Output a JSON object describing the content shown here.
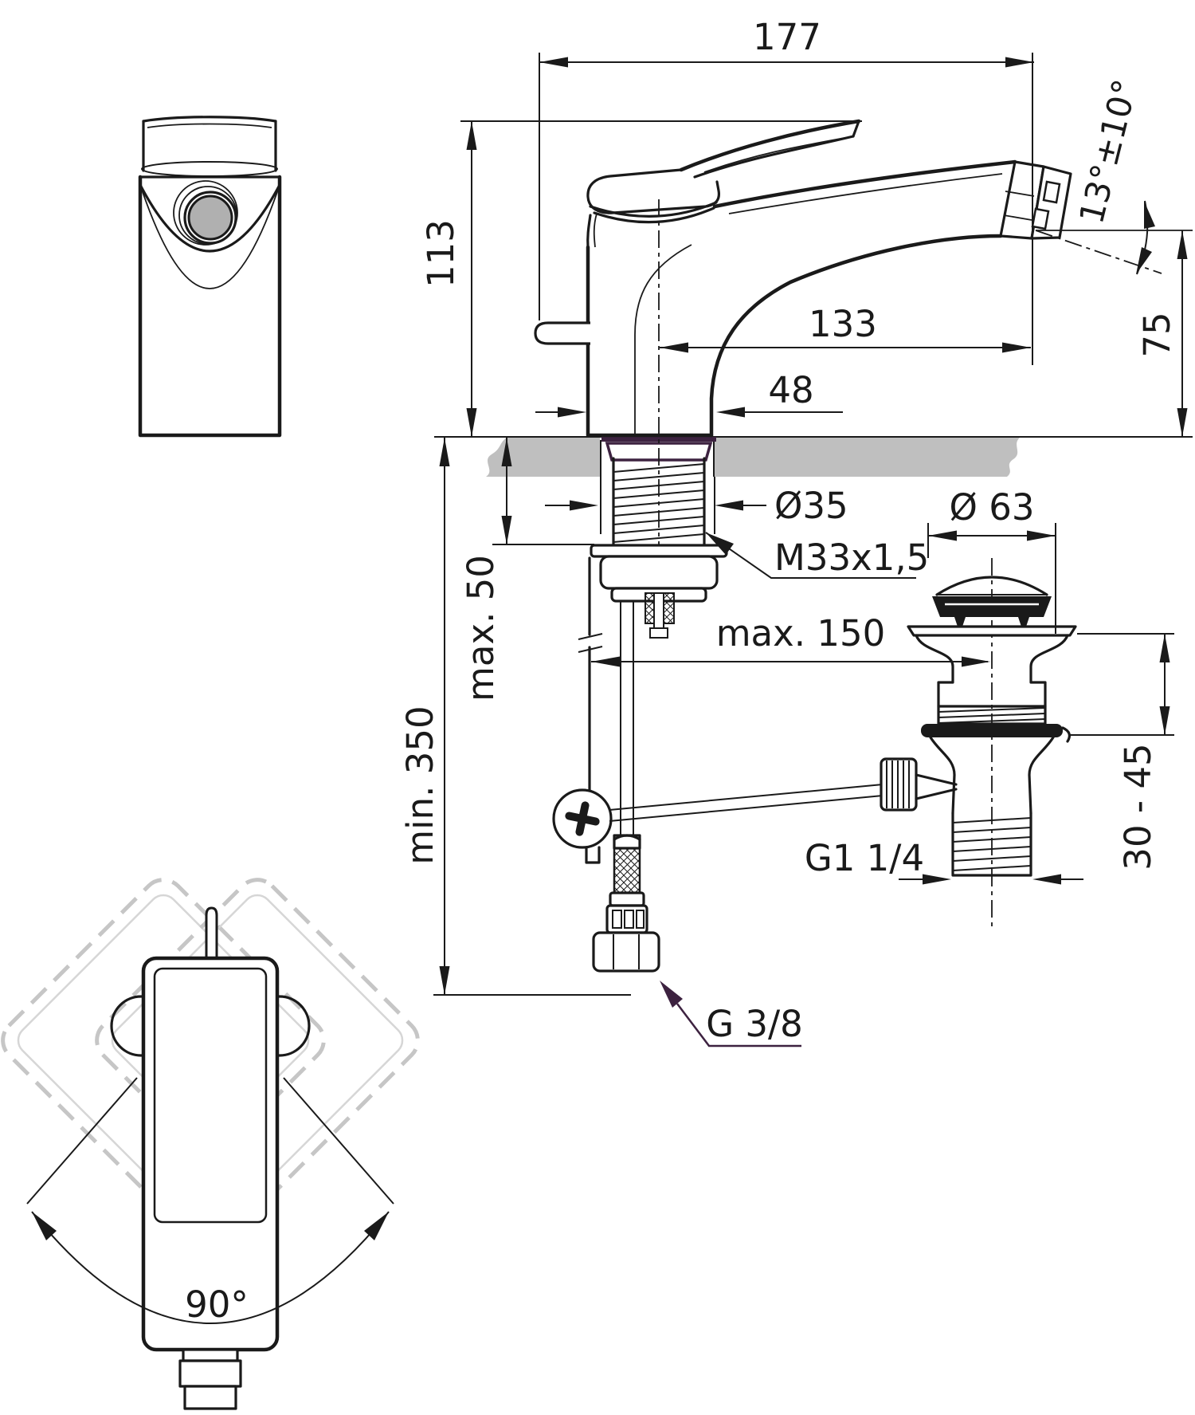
{
  "drawing": {
    "colors": {
      "line": "#1a1a1a",
      "deck": "#bfbfbf",
      "purple": "#3d2240",
      "aerator": "#b0b0b0",
      "ghost": "#c6c6c6"
    },
    "dimensions": {
      "total_width": "177",
      "body_height": "113",
      "spout_angle": "13°±10°",
      "spout_reach": "133",
      "outlet_height": "75",
      "base_depth": "48",
      "shank_diameter": "Ø35",
      "shank_thread": "M33x1,5",
      "deck_thickness_max": "max. 50",
      "hose_length_min": "min. 350",
      "waste_cap_diameter": "Ø 63",
      "waste_offset_max": "max. 150",
      "waste_height_range": "30 - 45",
      "waste_thread": "G1 1/4",
      "supply_thread": "G 3/8",
      "swivel_angle": "90°"
    }
  }
}
